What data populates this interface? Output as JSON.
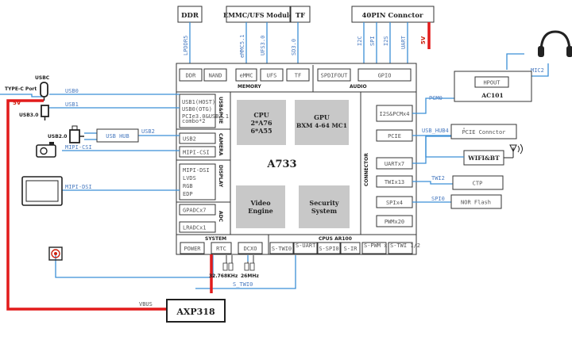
{
  "top_boxes": {
    "ddr": "DDR",
    "emmc_ufs": "EMMC/UFS Module",
    "tf": "TF",
    "pin40": "40PIN Connctor"
  },
  "top_signals": {
    "lpddr5": "LPDDR5",
    "emmc51": "eMMC5.1",
    "ufs30": "UFS3.0",
    "sd30": "SD3.0",
    "i2c": "I2C",
    "spi": "SPI",
    "i2s": "I2S",
    "uart": "UART",
    "v5": "5V"
  },
  "soc": {
    "name": "A733",
    "cpu": [
      "CPU",
      "2*A76",
      "6*A55"
    ],
    "gpu": [
      "GPU",
      "BXM 4-64 MC1"
    ],
    "video": [
      "Video",
      "Engine"
    ],
    "security": [
      "Security",
      "System"
    ]
  },
  "memory": {
    "label": "MEMORY",
    "items": [
      "DDR",
      "NAND",
      "eMMC",
      "UFS",
      "TF"
    ]
  },
  "audio": {
    "label": "AUDIO",
    "items": [
      "SPDIFOUT",
      "GPIO"
    ]
  },
  "usb_pcie": {
    "label": "USB&PCIE",
    "lines": [
      "USB1(HOST)",
      "USB0(OTG)"
    ],
    "small": [
      "PCIe3.0&USB3.1",
      "combo*2"
    ]
  },
  "camera": {
    "label": "CAMERA",
    "items": [
      "USB2",
      "MIPI-CSI"
    ]
  },
  "display": {
    "label": "DISPLAY",
    "lines": [
      "MIPI-DSI",
      "LVDS",
      "RGB",
      "EDP"
    ]
  },
  "adc": {
    "label": "ADC",
    "items": [
      "GPADCx7",
      "LRADCx1"
    ]
  },
  "system": {
    "label": "SYSTEM",
    "items": [
      "POWER",
      "RTC",
      "DCXO"
    ]
  },
  "cpus": {
    "label": "CPUS AR100",
    "items": [
      "S-TWI0",
      "S-UART x2",
      "S-SPI0",
      "S-IR",
      "S-PWM x10",
      "S-TWI 1/2"
    ]
  },
  "connector": {
    "label": "CONNECTOR",
    "items": [
      "I2S&PCMx4",
      "PCIE",
      "UARTx7",
      "TWIx13",
      "SPIx4",
      "PWMx20"
    ]
  },
  "right_devices": {
    "hpout": "HPOUT",
    "ac101": "AC101",
    "pcie_conn": "PCIE Connctor",
    "wifi_bt": "WIFI&BT",
    "ctp": "CTP",
    "nor_flash": "NOR Flash"
  },
  "right_signals": {
    "pcm0": "PCM0",
    "mic2": "MIC2",
    "usb_hub4": "USB_HUB4",
    "twi2": "TWI2",
    "spi0": "SPI0"
  },
  "left": {
    "usbc": "USBC",
    "typec": "TYPE-C Port",
    "v5": "5V",
    "usb30": "USB3.0",
    "usb20": "USB2.0",
    "usb_hub": "USB HUB",
    "usb0": "USB0",
    "usb1": "USB1",
    "usb2": "USB2",
    "mipi_csi": "MIPI-CSI",
    "mipi_dsi": "MIPI-DSI"
  },
  "bottom": {
    "crystal1": "32.768KHz",
    "crystal2": "26MHz",
    "pmic": "AXP318",
    "vbus": "VBUS",
    "s_twi0": "S_TWI0"
  },
  "colors": {
    "blue": "#3b8fd6",
    "red": "#e21b1b",
    "box": "#333333",
    "label": "#6a6aa8"
  }
}
